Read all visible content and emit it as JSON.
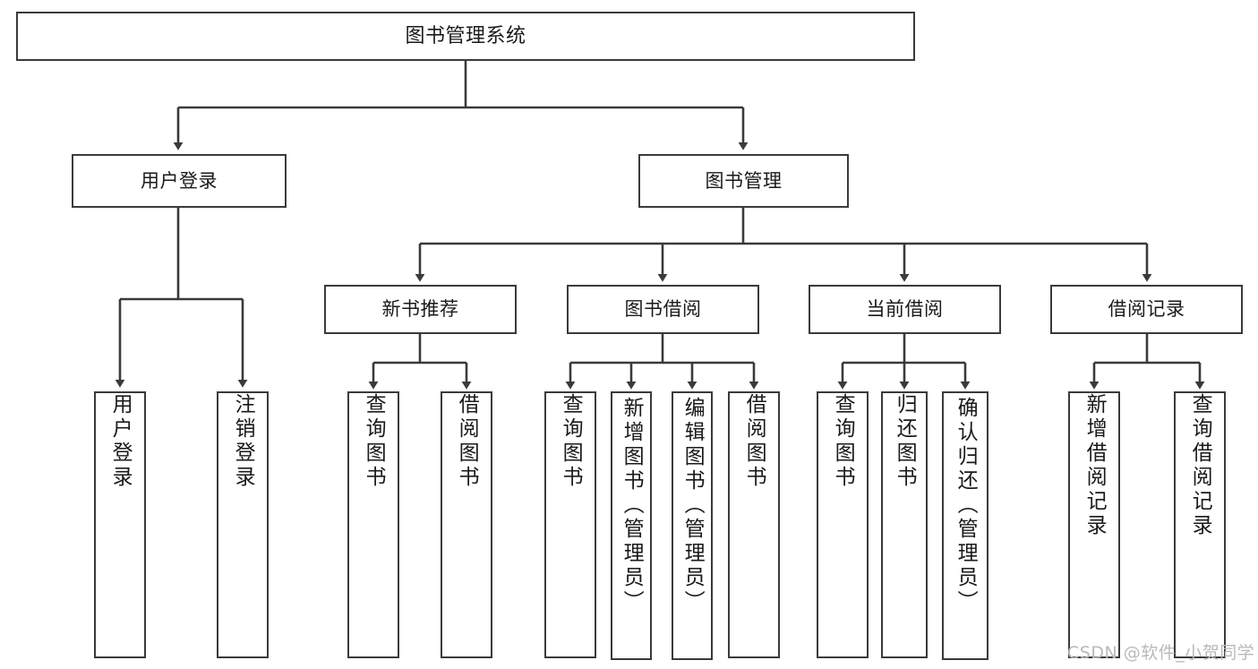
{
  "diagram": {
    "title": "图书管理系统",
    "type": "功能结构图",
    "style": {
      "background": "#ffffff",
      "box_border": "#3a3a3a",
      "box_fill": "#ffffff",
      "text_color": "#1a1a1a",
      "edge_color": "#3a3a3a",
      "watermark_color": "#b9b9b9"
    }
  },
  "nodes": {
    "root": {
      "label": "图书管理系统",
      "level": 0,
      "orientation": "horizontal"
    },
    "l1": [
      {
        "id": "user-login",
        "label": "用户登录",
        "level": 1,
        "orientation": "horizontal"
      },
      {
        "id": "book-manage",
        "label": "图书管理",
        "level": 1,
        "orientation": "horizontal"
      }
    ],
    "l2": [
      {
        "id": "new-book-recommend",
        "label": "新书推荐",
        "level": 2,
        "orientation": "horizontal"
      },
      {
        "id": "book-borrow",
        "label": "图书借阅",
        "level": 2,
        "orientation": "horizontal"
      },
      {
        "id": "current-borrow",
        "label": "当前借阅",
        "level": 2,
        "orientation": "horizontal"
      },
      {
        "id": "borrow-record",
        "label": "借阅记录",
        "level": 2,
        "orientation": "horizontal"
      }
    ],
    "leaves": [
      {
        "id": "leaf-user-login",
        "label": "用户登录",
        "parent": "user-login",
        "orientation": "vertical"
      },
      {
        "id": "leaf-user-logout",
        "label": "注销登录",
        "parent": "user-login",
        "orientation": "vertical"
      },
      {
        "id": "leaf-query-book-1",
        "label": "查询图书",
        "parent": "new-book-recommend",
        "orientation": "vertical"
      },
      {
        "id": "leaf-borrow-book-1",
        "label": "借阅图书",
        "parent": "new-book-recommend",
        "orientation": "vertical"
      },
      {
        "id": "leaf-query-book-2",
        "label": "查询图书",
        "parent": "book-borrow",
        "orientation": "vertical"
      },
      {
        "id": "leaf-add-book",
        "label": "新增图书（管理员）",
        "parent": "book-borrow",
        "orientation": "vertical"
      },
      {
        "id": "leaf-edit-book",
        "label": "编辑图书（管理员）",
        "parent": "book-borrow",
        "orientation": "vertical"
      },
      {
        "id": "leaf-borrow-book-2",
        "label": "借阅图书",
        "parent": "book-borrow",
        "orientation": "vertical"
      },
      {
        "id": "leaf-query-book-3",
        "label": "查询图书",
        "parent": "current-borrow",
        "orientation": "vertical"
      },
      {
        "id": "leaf-return-book",
        "label": "归还图书",
        "parent": "current-borrow",
        "orientation": "vertical"
      },
      {
        "id": "leaf-confirm-return",
        "label": "确认归还（管理员）",
        "parent": "current-borrow",
        "orientation": "vertical"
      },
      {
        "id": "leaf-add-record",
        "label": "新增借阅记录",
        "parent": "borrow-record",
        "orientation": "vertical"
      },
      {
        "id": "leaf-query-record",
        "label": "查询借阅记录",
        "parent": "borrow-record",
        "orientation": "vertical"
      }
    ]
  },
  "watermark": {
    "text": "CSDN @软件_小贺同学"
  }
}
